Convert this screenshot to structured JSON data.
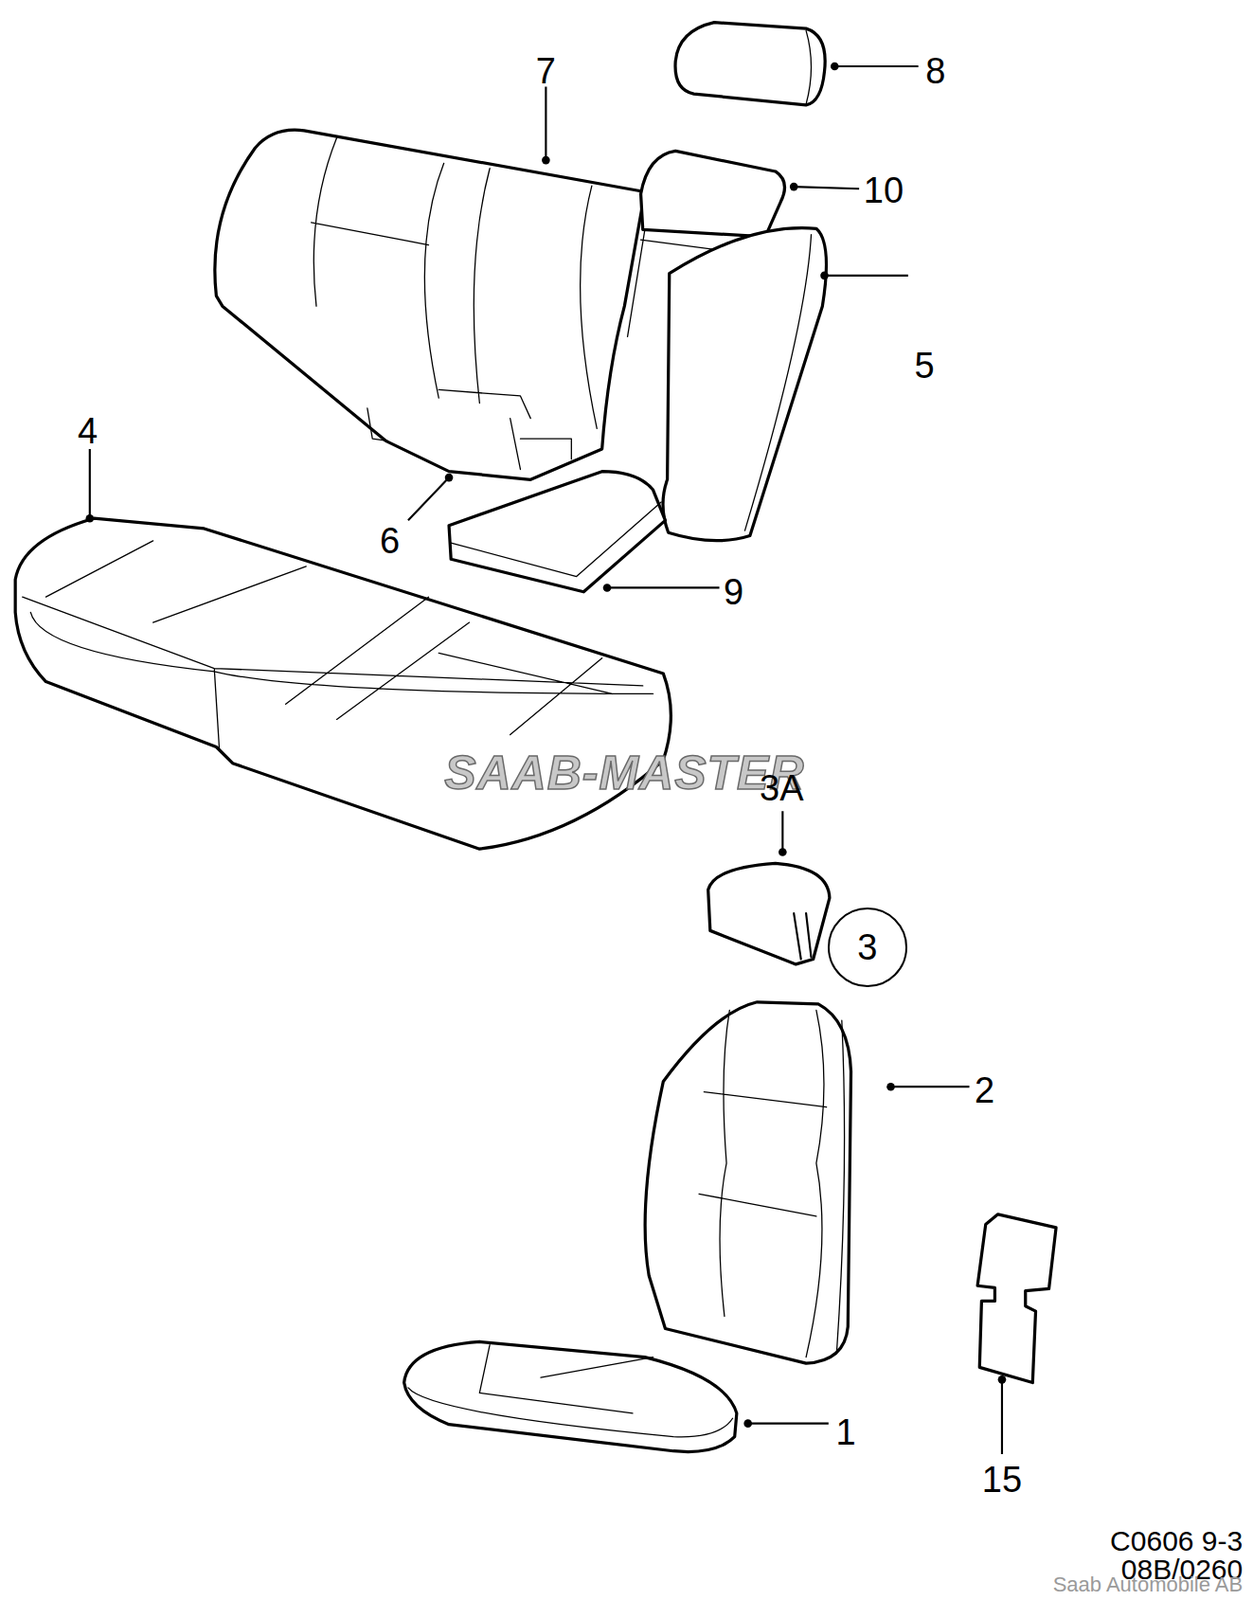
{
  "diagram": {
    "nodes": [
      {
        "text": [
          "3"
        ]
      }
    ],
    "labels": [
      "8",
      "7",
      "10",
      "5",
      "4",
      "6",
      "9",
      "SAAB-MASTER",
      "3A",
      "2",
      "1",
      "15",
      "C0606 9-3",
      "08B/0260",
      "Saab Automobile AB"
    ]
  }
}
